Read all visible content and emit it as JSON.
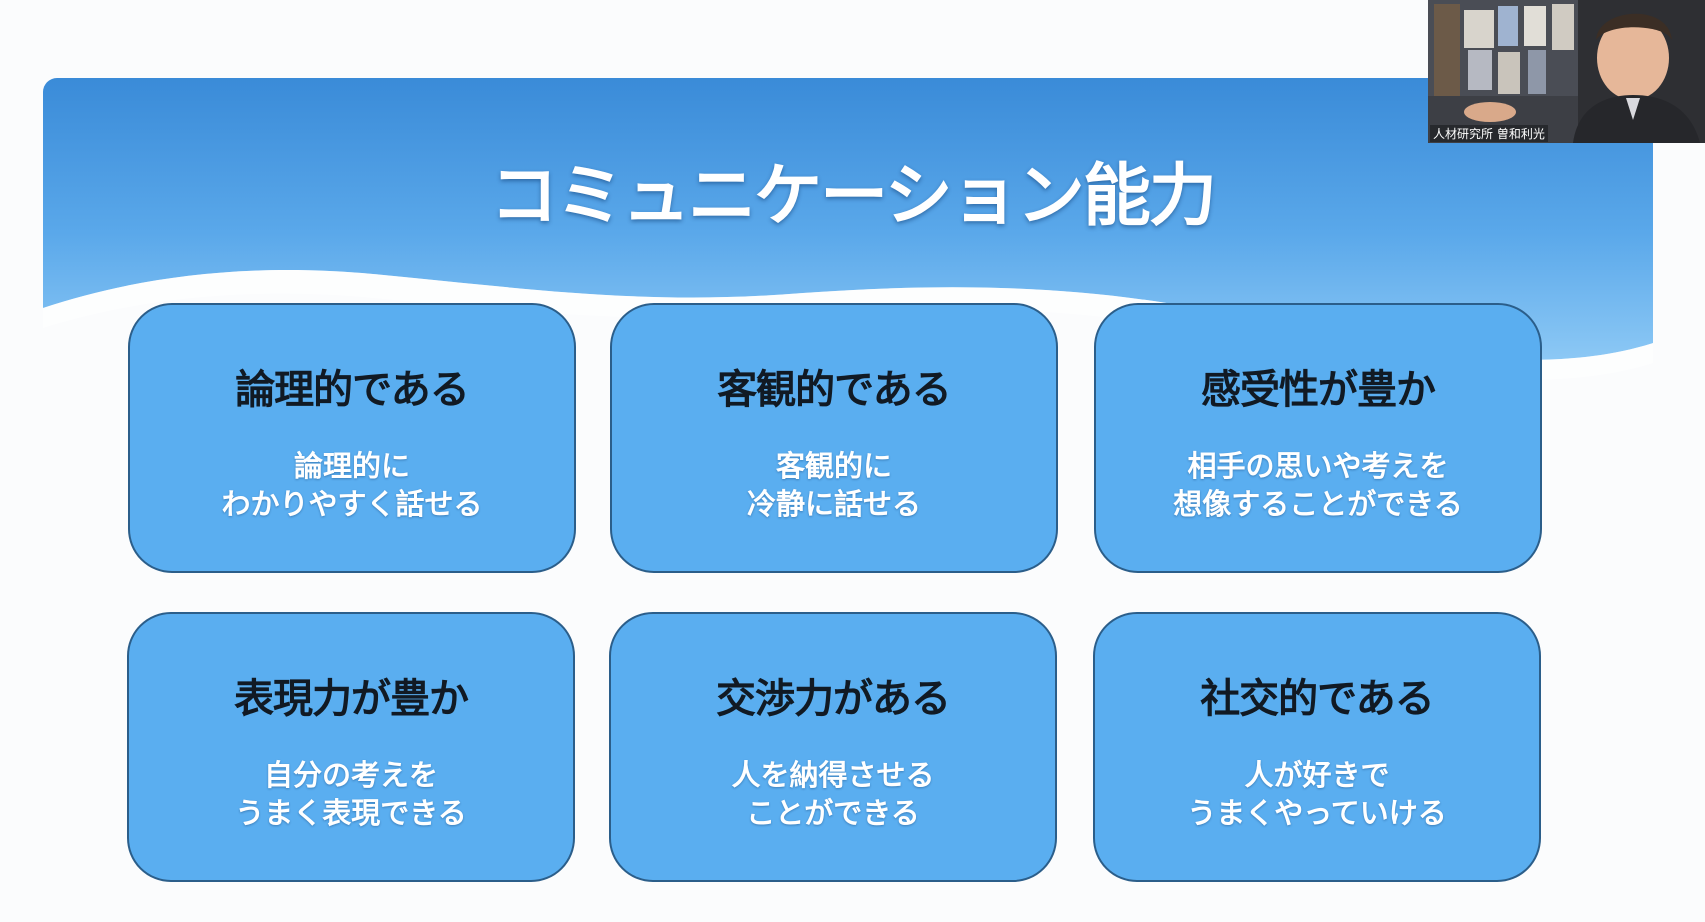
{
  "slide": {
    "title": "コミュニケーション能力",
    "cards": [
      {
        "heading": "論理的である",
        "line1": "論理的に",
        "line2": "わかりやすく話せる"
      },
      {
        "heading": "客観的である",
        "line1": "客観的に",
        "line2": "冷静に話せる"
      },
      {
        "heading": "感受性が豊か",
        "line1": "相手の思いや考えを",
        "line2": "想像することができる"
      },
      {
        "heading": "表現力が豊か",
        "line1": "自分の考えを",
        "line2": "うまく表現できる"
      },
      {
        "heading": "交渉力がある",
        "line1": "人を納得させる",
        "line2": "ことができる"
      },
      {
        "heading": "社交的である",
        "line1": "人が好きで",
        "line2": "うまくやっていける"
      }
    ]
  },
  "webcam": {
    "participant_label": "人材研究所 曽和利光"
  },
  "colors": {
    "header_blue": "#3b8fdc",
    "card_fill": "#5aaef0",
    "card_border": "#2b5e8a"
  }
}
